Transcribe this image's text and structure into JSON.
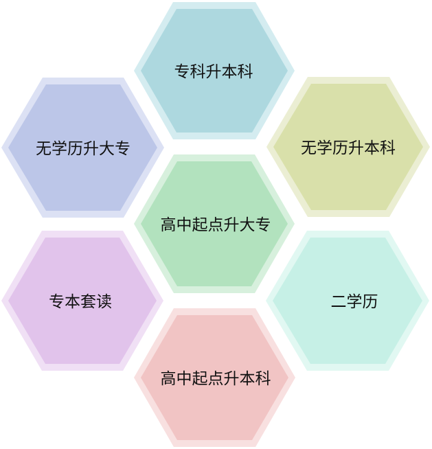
{
  "diagram": {
    "hexagons": [
      {
        "id": "top",
        "label": "专科升本科",
        "fill": "#add8df",
        "border": "#d4ecf0"
      },
      {
        "id": "upper-left",
        "label": "无学历升大专",
        "fill": "#bcc6e8",
        "border": "#dce1f4"
      },
      {
        "id": "upper-right",
        "label": "无学历升本科",
        "fill": "#d9e0aa",
        "border": "#ebeed3"
      },
      {
        "id": "center",
        "label": "高中起点升大专",
        "fill": "#b2e2be",
        "border": "#d7f0dd"
      },
      {
        "id": "lower-left",
        "label": "专本套读",
        "fill": "#e1c3eb",
        "border": "#f0e0f5"
      },
      {
        "id": "lower-right",
        "label": "二学历",
        "fill": "#c6f0e6",
        "border": "#e1f8f2"
      },
      {
        "id": "bottom",
        "label": "高中起点升本科",
        "fill": "#f1c4c4",
        "border": "#f8e0e0"
      }
    ]
  }
}
